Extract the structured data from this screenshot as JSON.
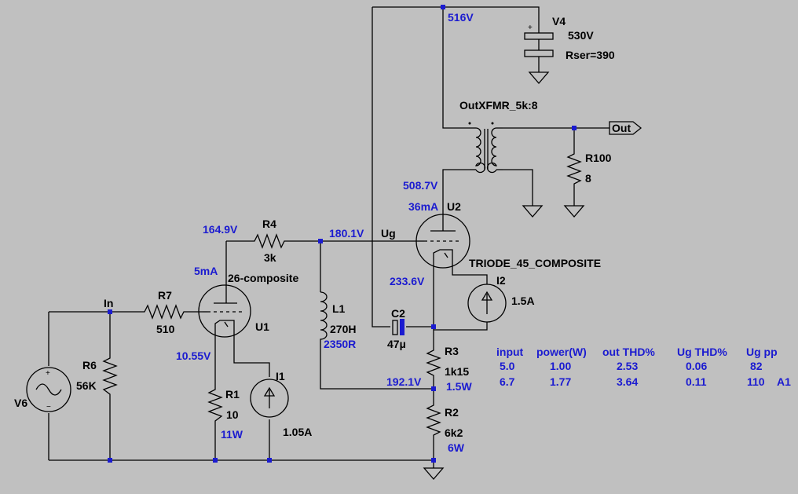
{
  "labels": {
    "v4_name": "V4",
    "v4_value": "530V",
    "v4_rser": "Rser=390",
    "xfmr": "OutXFMR_5k:8",
    "out": "Out",
    "r100_name": "R100",
    "r100_value": "8",
    "u2_name": "U2",
    "u2_model": "TRIODE_45_COMPOSITE",
    "ug": "Ug",
    "i2_name": "I2",
    "i2_value": "1.5A",
    "c2_name": "C2",
    "c2_value": "47µ",
    "r3_name": "R3",
    "r3_value": "1k15",
    "r2_name": "R2",
    "r2_value": "6k2",
    "r4_name": "R4",
    "r4_value": "3k",
    "l1_name": "L1",
    "l1_value": "270H",
    "l1_dcr": "2350R",
    "in": "In",
    "r7_name": "R7",
    "r7_value": "510",
    "u1_model": "26-composite",
    "u1_name": "U1",
    "r6_name": "R6",
    "r6_value": "56K",
    "v6_name": "V6",
    "r1_name": "R1",
    "r1_value": "10",
    "i1_name": "I1",
    "i1_value": "1.05A"
  },
  "annotations": {
    "v_516": "516V",
    "v_508": "508.7V",
    "i_36": "36mA",
    "v_180": "180.1V",
    "v_164": "164.9V",
    "i_5": "5mA",
    "v_233": "233.6V",
    "v_192": "192.1V",
    "v_10": "10.55V",
    "p_r3": "1.5W",
    "p_r2": "6W",
    "p_r1": "11W"
  },
  "table": {
    "headers": [
      "input",
      "power(W)",
      "out THD%",
      "Ug THD%",
      "Ug pp"
    ],
    "rows": [
      [
        "5.0",
        "1.00",
        "2.53",
        "0.06",
        "82",
        ""
      ],
      [
        "6.7",
        "1.77",
        "3.64",
        "0.11",
        "110",
        "A1"
      ]
    ]
  },
  "colors": {
    "background": "#c0c0c0",
    "annotation": "#1b1bd0",
    "wire": "#000000"
  }
}
